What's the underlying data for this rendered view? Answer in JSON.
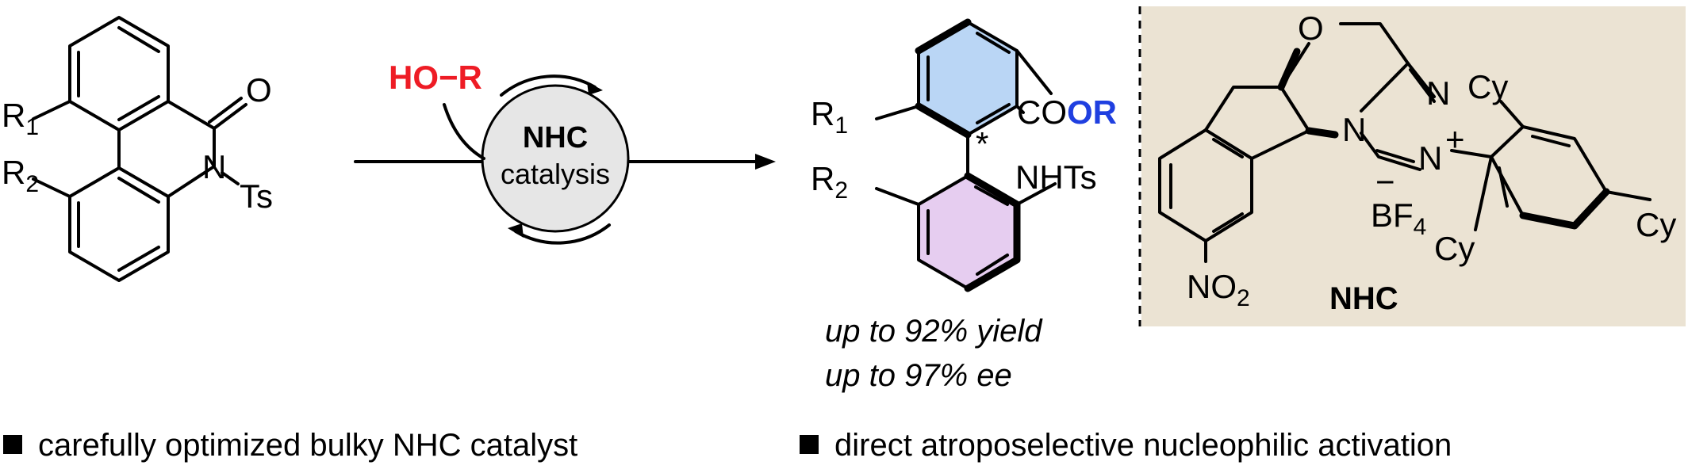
{
  "reactant": {
    "r1": "R",
    "r1_sub": "1",
    "r2": "R",
    "r2_sub": "2",
    "oxygen": "O",
    "nitrogen": "N",
    "ts": "Ts"
  },
  "reagent": {
    "ho": "HO",
    "dash": "−",
    "r": "R"
  },
  "catalysis": {
    "line1": "NHC",
    "line2": "catalysis"
  },
  "product": {
    "r1": "R",
    "r1_sub": "1",
    "r2": "R",
    "r2_sub": "2",
    "co": "CO",
    "or": "OR",
    "nhts": "NHTs",
    "star": "*"
  },
  "results": {
    "yield": "up to 92% yield",
    "ee": "up to 97% ee"
  },
  "nhc": {
    "o": "O",
    "n1": "N",
    "n2": "N",
    "n3": "N",
    "plus": "+",
    "minus": "−",
    "bf": "BF",
    "bf_sub": "4",
    "cy_top": "Cy",
    "cy_right": "Cy",
    "cy_bottom": "Cy",
    "no": "NO",
    "no_sub": "2",
    "name": "NHC"
  },
  "bullets": [
    "carefully optimized bulky NHC catalyst",
    "direct atroposelective nucleophilic activation"
  ],
  "colors": {
    "reagent_red": "#ee1c25",
    "or_blue": "#1f3fe0",
    "panel_beige": "#ebe3d3",
    "ring_blue": "#bad6f5",
    "ring_purple": "#e6cdf0",
    "circle_gray": "#e6e6e6"
  }
}
